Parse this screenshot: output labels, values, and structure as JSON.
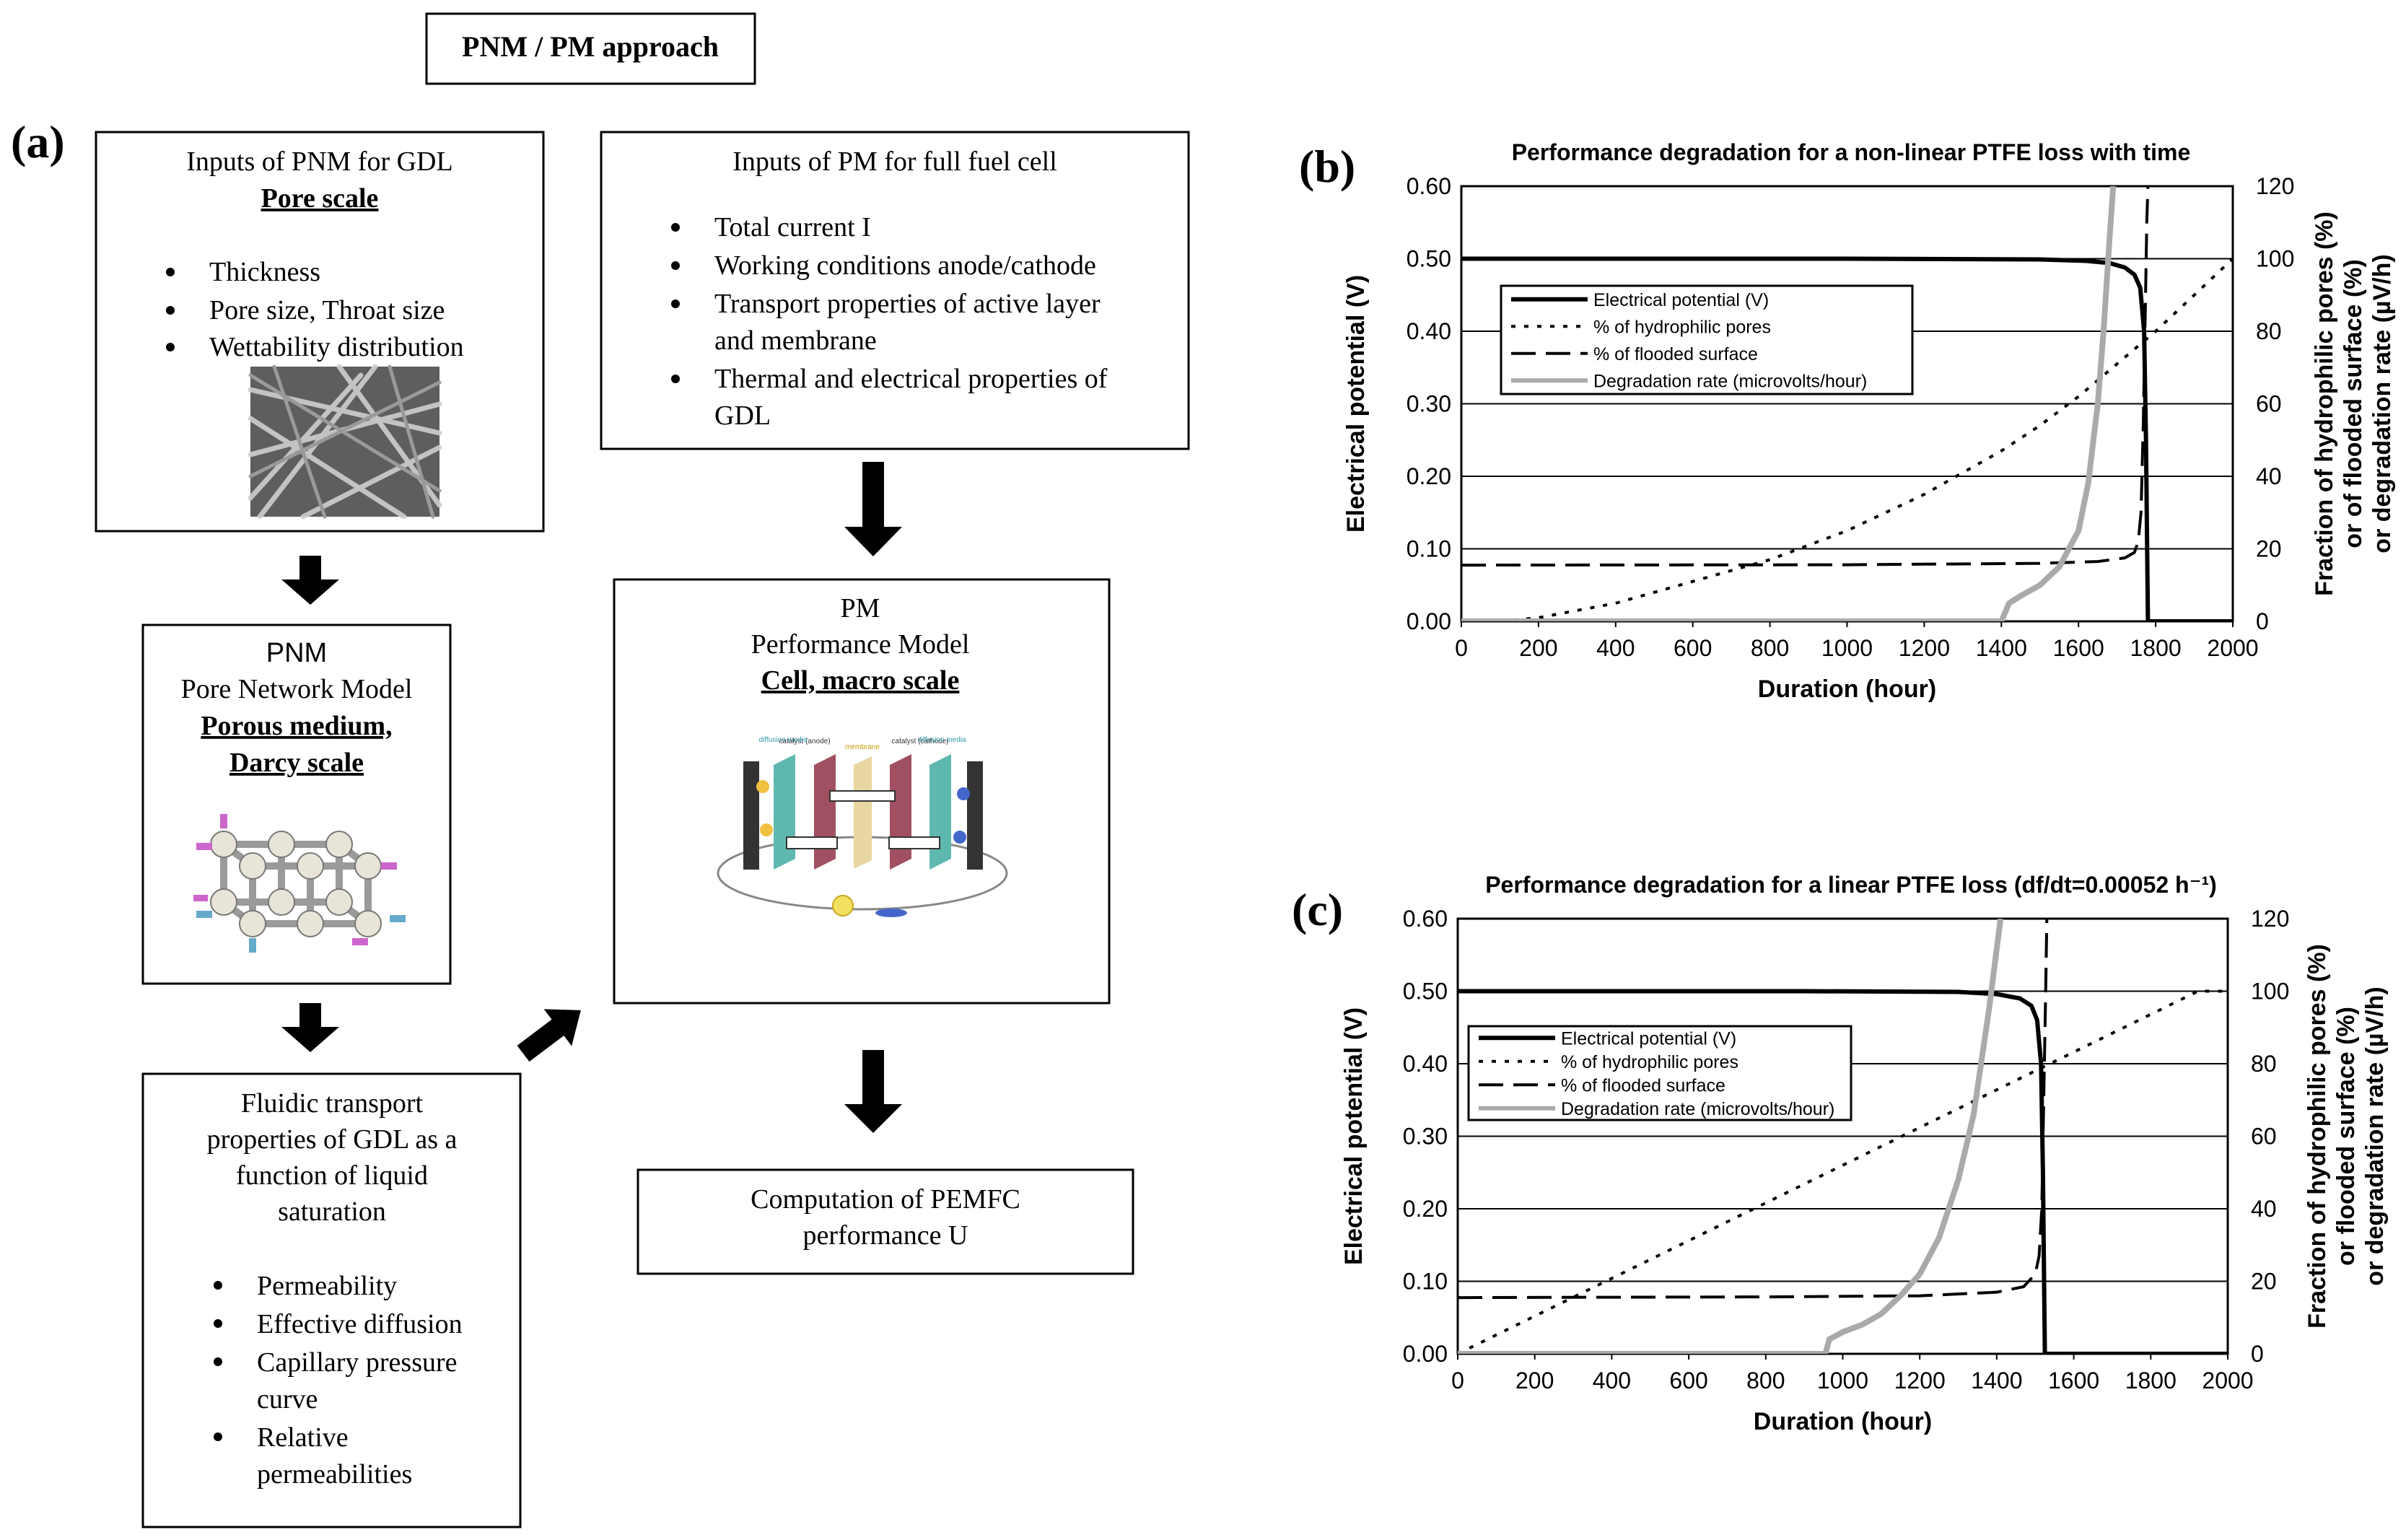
{
  "header": {
    "title": "PNM / PM approach"
  },
  "panel_labels": {
    "a": "(a)",
    "b": "(b)",
    "c": "(c)"
  },
  "boxes": {
    "pnm_inputs": {
      "title": "Inputs of PNM for GDL",
      "subtitle": "Pore scale",
      "items": [
        "Thickness",
        "Pore size, Throat size",
        "Wettability distribution"
      ]
    },
    "pm_inputs": {
      "title": "Inputs of PM for full fuel cell",
      "items": [
        [
          "Total current I"
        ],
        [
          "Working conditions anode/cathode"
        ],
        [
          "Transport properties of active layer",
          "and membrane"
        ],
        [
          "Thermal and electrical properties of",
          "GDL"
        ]
      ]
    },
    "pnm": {
      "line1": "PNM",
      "line2": "Pore Network Model",
      "line3": "Porous medium,",
      "line4": "Darcy scale"
    },
    "pm": {
      "line1": "PM",
      "line2": "Performance Model",
      "line3": "Cell, macro scale",
      "fig_labels": [
        "catalyst (anode)",
        "catalyst (cathode)",
        "diffusion media",
        "membrane",
        "diffusion media"
      ]
    },
    "fluidic": {
      "title_lines": [
        "Fluidic transport",
        "properties of GDL as a",
        "function of liquid",
        "saturation"
      ],
      "items": [
        [
          "Permeability"
        ],
        [
          "Effective diffusion"
        ],
        [
          "Capillary pressure",
          "curve"
        ],
        [
          "Relative",
          "permeabilities"
        ]
      ]
    },
    "computation": {
      "lines": [
        "Computation of PEMFC",
        "performance U"
      ]
    }
  },
  "colors": {
    "ink": "#000000",
    "degradation_series": "#aaaaaa",
    "grid": "#000000"
  },
  "chart_data": [
    {
      "panel": "(b)",
      "type": "line",
      "title": "Performance degradation for a non-linear PTFE loss with time",
      "xlabel": "Duration (hour)",
      "ylabel": "Electrical potential (V)",
      "y2label_lines": [
        "Fraction of hydrophilic pores (%)",
        "or of flooded surface (%)",
        "or degradation rate (µV/h)"
      ],
      "xlim": [
        0,
        2000
      ],
      "ylim": [
        0,
        0.6
      ],
      "y2lim": [
        0,
        120
      ],
      "x_ticks": [
        "0",
        "200",
        "400",
        "600",
        "800",
        "1000",
        "1200",
        "1400",
        "1600",
        "1800",
        "2000"
      ],
      "y_ticks": [
        "0.00",
        "0.10",
        "0.20",
        "0.30",
        "0.40",
        "0.50",
        "0.60"
      ],
      "y2_ticks": [
        "0",
        "20",
        "40",
        "60",
        "80",
        "100",
        "120"
      ],
      "grid": "horizontal",
      "legend": "upper-left",
      "series": [
        {
          "name": "Electrical potential (V)",
          "axis": "left",
          "style": "solid",
          "x": [
            0,
            1000,
            1500,
            1620,
            1680,
            1720,
            1745,
            1760,
            1770,
            1775,
            1778,
            1780,
            2000
          ],
          "y": [
            0.5,
            0.5,
            0.499,
            0.497,
            0.494,
            0.488,
            0.478,
            0.46,
            0.4,
            0.25,
            0.1,
            0,
            0
          ]
        },
        {
          "name": "% of hydrophilic pores",
          "axis": "right",
          "style": "dotted",
          "x": [
            0,
            100,
            200,
            300,
            400,
            500,
            600,
            700,
            800,
            900,
            1000,
            1100,
            1200,
            1300,
            1400,
            1500,
            1600,
            1700,
            1800,
            1900,
            2000
          ],
          "y": [
            0,
            0,
            1,
            3,
            5,
            8,
            11,
            14,
            17,
            21,
            25,
            30,
            35,
            41,
            47,
            54,
            62,
            71,
            80,
            90,
            100
          ]
        },
        {
          "name": "% of flooded surface",
          "axis": "right",
          "style": "dashed",
          "x": [
            0,
            1000,
            1500,
            1650,
            1720,
            1745,
            1755,
            1762,
            1768,
            1773,
            1777,
            1780
          ],
          "y": [
            15.5,
            15.6,
            16,
            16.5,
            17.5,
            19,
            22,
            30,
            55,
            85,
            110,
            120
          ]
        },
        {
          "name": "Degradation rate (microvolts/hour)",
          "axis": "right",
          "style": "grey",
          "x": [
            0,
            1400,
            1420,
            1450,
            1500,
            1550,
            1600,
            1625,
            1650,
            1665,
            1680,
            1690
          ],
          "y": [
            0,
            0,
            5,
            7,
            10,
            15,
            25,
            38,
            60,
            80,
            105,
            120
          ]
        }
      ]
    },
    {
      "panel": "(c)",
      "type": "line",
      "title": "Performance degradation for a linear PTFE loss (df/dt=0.00052 h⁻¹)",
      "xlabel": "Duration (hour)",
      "ylabel": "Electrical potential (V)",
      "y2label_lines": [
        "Fraction of hydrophilic pores (%)",
        "or flooded surface (%)",
        "or degradation rate (µV/h)"
      ],
      "xlim": [
        0,
        2000
      ],
      "ylim": [
        0,
        0.6
      ],
      "y2lim": [
        0,
        120
      ],
      "x_ticks": [
        "0",
        "200",
        "400",
        "600",
        "800",
        "1000",
        "1200",
        "1400",
        "1600",
        "1800",
        "2000"
      ],
      "y_ticks": [
        "0.00",
        "0.10",
        "0.20",
        "0.30",
        "0.40",
        "0.50",
        "0.60"
      ],
      "y2_ticks": [
        "0",
        "20",
        "40",
        "60",
        "80",
        "100",
        "120"
      ],
      "grid": "horizontal",
      "legend": "upper-left",
      "series": [
        {
          "name": "Electrical potential (V)",
          "axis": "left",
          "style": "solid",
          "x": [
            0,
            900,
            1300,
            1400,
            1460,
            1490,
            1505,
            1515,
            1520,
            1523,
            1525,
            2000
          ],
          "y": [
            0.5,
            0.5,
            0.499,
            0.496,
            0.49,
            0.48,
            0.46,
            0.4,
            0.25,
            0.1,
            0,
            0
          ]
        },
        {
          "name": "% of hydrophilic pores",
          "axis": "right",
          "style": "dotted",
          "x": [
            0,
            1923,
            2000
          ],
          "y": [
            0,
            100,
            100
          ]
        },
        {
          "name": "% of flooded surface",
          "axis": "right",
          "style": "dashed",
          "x": [
            0,
            800,
            1200,
            1400,
            1470,
            1500,
            1510,
            1517,
            1522,
            1527,
            1530
          ],
          "y": [
            15.5,
            15.7,
            16,
            17,
            18.5,
            22,
            27,
            40,
            70,
            100,
            120
          ]
        },
        {
          "name": "Degradation rate (microvolts/hour)",
          "axis": "right",
          "style": "grey",
          "x": [
            0,
            955,
            965,
            1000,
            1050,
            1100,
            1150,
            1200,
            1250,
            1300,
            1340,
            1380,
            1410
          ],
          "y": [
            0,
            0,
            4,
            6,
            8,
            11,
            16,
            22,
            32,
            48,
            66,
            95,
            120
          ]
        }
      ]
    }
  ]
}
